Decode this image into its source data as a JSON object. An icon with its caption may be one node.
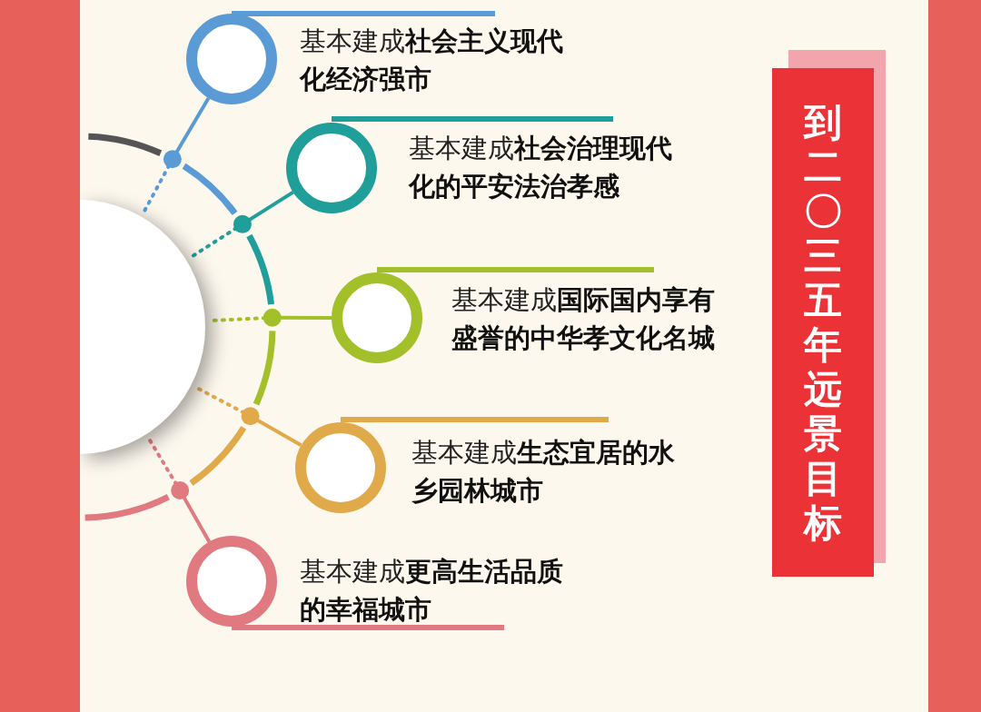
{
  "diagram": {
    "title": "到二〇三五年远景目标",
    "nodes": [
      {
        "text": [],
        "shape": "circle"
      },
      {
        "text": [
          "基本建成**社会主义现代化经济强市**"
        ]
      },
      {
        "text": [
          "基本建成**社会治理现代化的平安法治孝感**"
        ]
      },
      {
        "text": [
          "基本建成**国际国内享有盛誉的中华孝文化名城**"
        ]
      },
      {
        "text": [
          "基本建成**生态宜居的水乡园林城市**"
        ]
      },
      {
        "text": [
          "基本建成**更高生活品质的幸福城市**"
        ]
      }
    ],
    "edges": [
      {
        "from": 0,
        "to": 1,
        "arrow": "none",
        "color": "#5b9bd5"
      },
      {
        "from": 0,
        "to": 2,
        "arrow": "none",
        "color": "#1f9e9a"
      },
      {
        "from": 0,
        "to": 3,
        "arrow": "none",
        "color": "#a3bf2a"
      },
      {
        "from": 0,
        "to": 4,
        "arrow": "none",
        "color": "#e0a94a"
      },
      {
        "from": 0,
        "to": 5,
        "arrow": "none",
        "color": "#e07a80"
      }
    ]
  }
}
